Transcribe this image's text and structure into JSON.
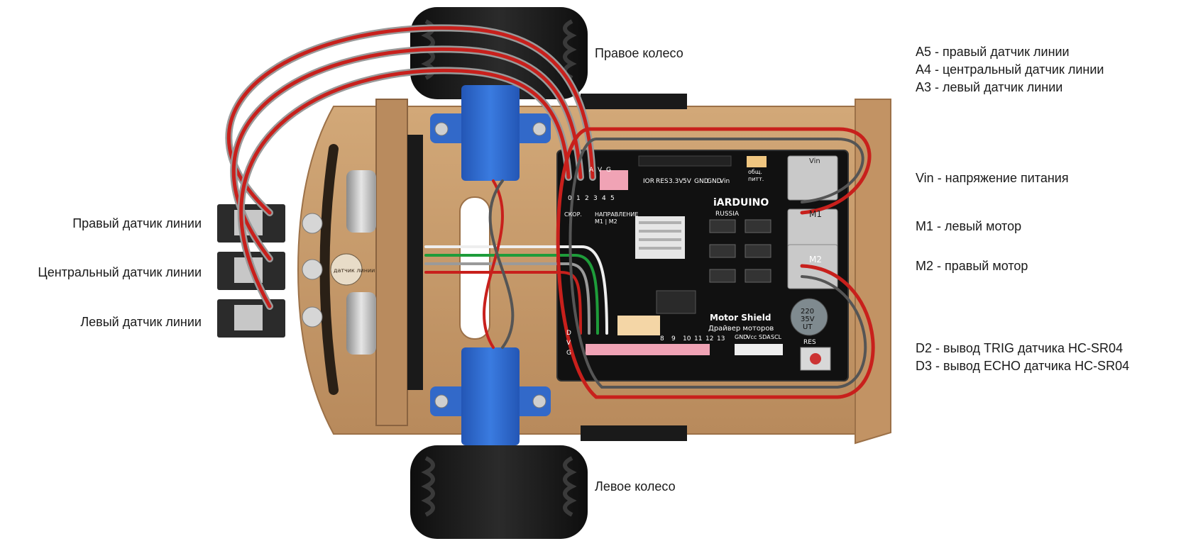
{
  "labels": {
    "right_wheel": "Правое колесо",
    "left_wheel": "Левое колесо",
    "right_line_sensor": "Правый датчик линии",
    "center_line_sensor": "Центральный датчик линии",
    "left_line_sensor": "Левый датчик линии",
    "a5": "A5 - правый датчик линии",
    "a4": "A4 - центральный датчик линии",
    "a3": "A3 - левый датчик линии",
    "vin": "Vin - напряжение питания",
    "m1": "M1 - левый мотор",
    "m2": "M2 - правый мотор",
    "d2": "D2 - вывод TRIG датчика HC-SR04",
    "d3": "D3 - вывод ECHO датчика HC-SR04"
  },
  "board_silkscreen": {
    "brand": "iARDUINO",
    "brand_sub": "RUSSIA",
    "shield_title": "Motor Shield",
    "shield_subtitle": "Драйвер моторов",
    "terminal_m1": "M1",
    "terminal_m2": "M2",
    "vin_label": "Vin",
    "cap_value": "220",
    "cap_voltage": "35V",
    "cap_series": "UT",
    "reset_label": "RES",
    "power_pins": [
      "IOR",
      "RES",
      "3.3V",
      "5V",
      "GND",
      "GND",
      "Vin"
    ],
    "analog_pins": [
      "0",
      "1",
      "2",
      "3",
      "4",
      "5"
    ],
    "digital_pins": [
      "8",
      "9",
      "10",
      "11",
      "12",
      "13"
    ],
    "i2c_pins": [
      "GND",
      "Vcc",
      "SDA",
      "SCL"
    ],
    "avg_labels": [
      "A",
      "V",
      "G"
    ],
    "dvg_labels": [
      "D",
      "V",
      "G"
    ],
    "direction_label": "НАПРАВЛЕНИЕ",
    "speed_label": "СКОР.",
    "m1m2_label": "M1 | M2",
    "jumper_label": "общ.",
    "jumper_sub": "питт.",
    "sensor_plate": "датчик линии"
  },
  "colors": {
    "wood": "#c99d6e",
    "wood_edge": "#9c7148",
    "board": "#111111",
    "motor_blue": "#2f6bd0",
    "tire": "#1c1c1c",
    "wire_red": "#c8201c",
    "wire_grey": "#9a9a9a",
    "wire_white": "#eeeeee",
    "terminal_grey": "#c9c9c9",
    "header_pink": "#f0a3b5"
  }
}
